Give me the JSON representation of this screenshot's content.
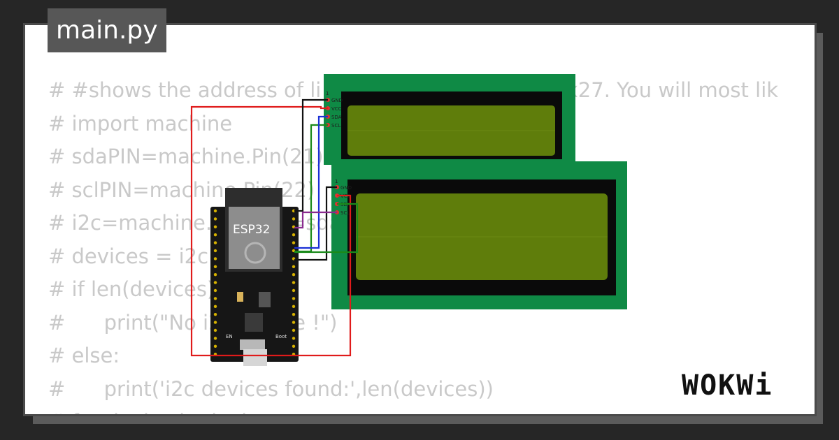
{
  "tab": {
    "filename": "main.py"
  },
  "code": {
    "lines": [
      "# #shows the address of li                                      x27. You will most lik",
      "# import machine",
      "# sdaPIN=machine.Pin(21)",
      "# sclPIN=machine.Pin(22)",
      "# i2c=machine.I2C(sda=sdaPIN",
      "# devices = i2c.scan()",
      "# if len(devices)",
      "#      print(\"No i2c device !\")",
      "# else:",
      "#      print('i2c devices found:',len(devices))",
      "# for device in devices:"
    ]
  },
  "diagram": {
    "board_label": "ESP32",
    "lcd_pins": [
      "GND",
      "VCC",
      "SDA",
      "SCL"
    ],
    "pin1_marker": "1",
    "board_bottom_labels": [
      "EN",
      "Boot"
    ],
    "colors": {
      "lcd_pcb": "#0f8a45",
      "lcd_screen": "#5f7d0b",
      "wire_red": "#e01b1b",
      "wire_black": "#111111",
      "wire_green": "#1a8a1a",
      "wire_blue": "#1a2fd6",
      "wire_purple": "#8a2b8f"
    }
  },
  "brand": {
    "logo_text": "WOKWi"
  }
}
